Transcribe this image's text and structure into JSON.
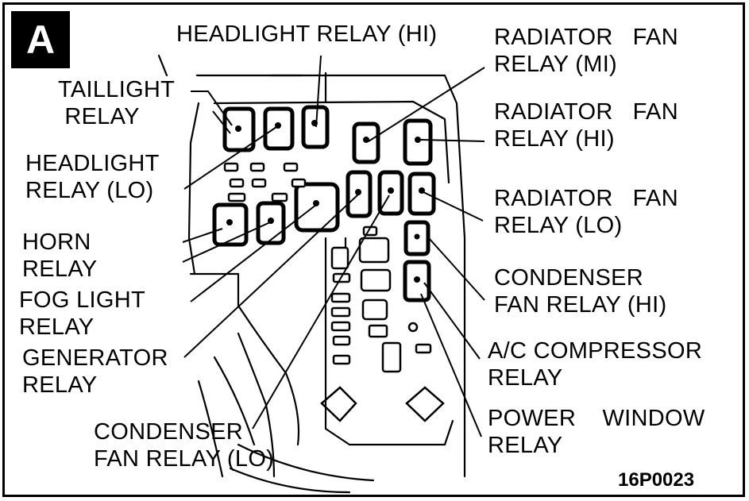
{
  "panel_letter": "A",
  "figure_code": "16P0023",
  "labels": {
    "headlight_relay_hi": "HEADLIGHT RELAY (HI)",
    "taillight_relay": "TAILLIGHT\n RELAY",
    "headlight_relay_lo": "HEADLIGHT\nRELAY (LO)",
    "horn_relay": "HORN\nRELAY",
    "fog_light_relay": "FOG LIGHT\nRELAY",
    "generator_relay": "GENERATOR\nRELAY",
    "condenser_fan_relay_lo": "CONDENSER\nFAN RELAY (LO)",
    "radiator_fan_relay_mi": "RADIATOR   FAN\nRELAY (MI)",
    "radiator_fan_relay_hi": "RADIATOR   FAN\nRELAY (HI)",
    "radiator_fan_relay_lo": "RADIATOR   FAN\nRELAY (LO)",
    "condenser_fan_relay_hi": "CONDENSER\nFAN RELAY (HI)",
    "ac_compressor_relay": "A/C COMPRESSOR\nRELAY",
    "power_window_relay": "POWER    WINDOW\nRELAY"
  },
  "colors": {
    "ink": "#000000",
    "paper": "#ffffff"
  }
}
